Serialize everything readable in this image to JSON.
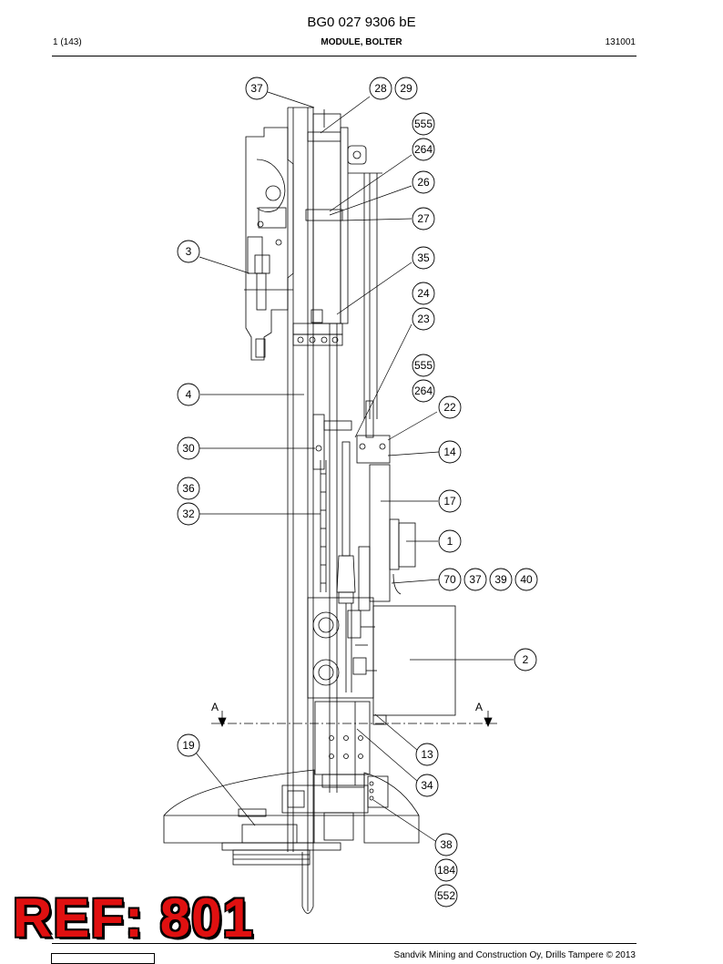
{
  "document": {
    "title": "BG0 027 9306 bE",
    "page": "1 (143)",
    "section": "MODULE, BOLTER",
    "code": "131001"
  },
  "drawing": {
    "section_marker": "A",
    "callouts": [
      "37",
      "28",
      "29",
      "555",
      "264",
      "26",
      "27",
      "3",
      "35",
      "24",
      "23",
      "555",
      "264",
      "22",
      "4",
      "30",
      "14",
      "36",
      "32",
      "17",
      "1",
      "70",
      "37",
      "39",
      "40",
      "2",
      "19",
      "13",
      "34",
      "38",
      "184",
      "552"
    ]
  },
  "stamp": {
    "text": "REF: 801"
  },
  "footer": {
    "copyright": "Sandvik Mining and Construction Oy, Drills Tampere © 2013"
  }
}
